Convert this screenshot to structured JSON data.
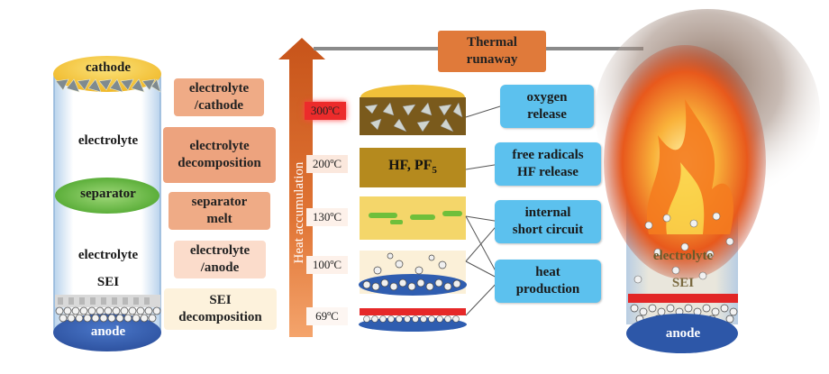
{
  "left_cell": {
    "cathode": "cathode",
    "electrolyte_top": "electrolyte",
    "separator": "separator",
    "electrolyte_bottom": "electrolyte",
    "sei": "SEI",
    "anode": "anode"
  },
  "stages": [
    {
      "label": "electrolyte\n/cathode"
    },
    {
      "label": "electrolyte\ndecomposition"
    },
    {
      "label": "separator\nmelt"
    },
    {
      "label": "electrolyte\n/anode"
    },
    {
      "label": "SEI\ndecomposition"
    }
  ],
  "arrow_label": "Heat accumulation",
  "thermal_runaway": "Thermal\nrunaway",
  "temperatures": [
    "300ºC",
    "200ºC",
    "130ºC",
    "100ºC",
    "69ºC"
  ],
  "hf_label": "HF, PF",
  "hf_sub": "5",
  "effects": [
    {
      "label": "oxygen\nrelease"
    },
    {
      "label": "free radicals\nHF release"
    },
    {
      "label": "internal\nshort circuit"
    },
    {
      "label": "heat\nproduction"
    }
  ],
  "right_cell": {
    "electrolyte": "electrolyte",
    "sei": "SEI",
    "anode": "anode"
  }
}
